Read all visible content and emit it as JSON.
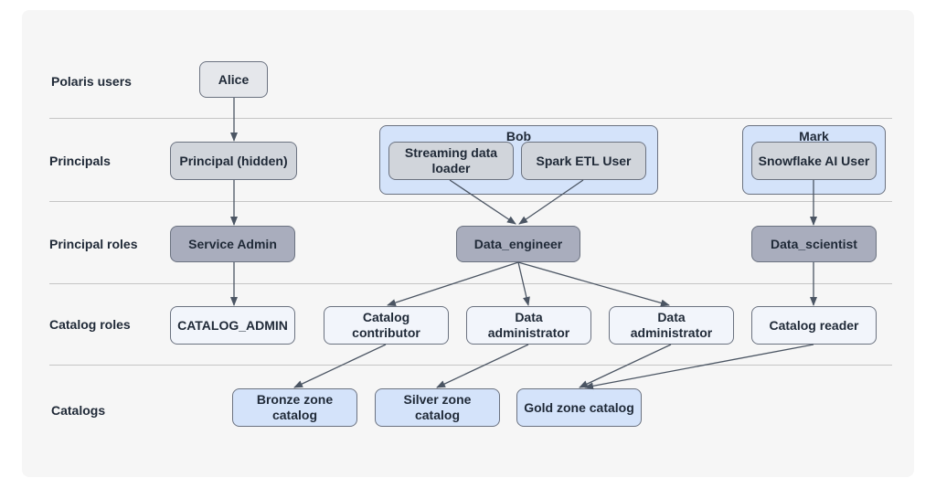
{
  "rows": {
    "users": "Polaris users",
    "principals": "Principals",
    "principal_roles": "Principal roles",
    "catalog_roles": "Catalog roles",
    "catalogs": "Catalogs"
  },
  "users": {
    "alice": "Alice"
  },
  "groups": {
    "bob": "Bob",
    "mark": "Mark"
  },
  "principals": {
    "hidden": "Principal (hidden)",
    "streaming": "Streaming data loader",
    "spark": "Spark ETL User",
    "snowflake": "Snowflake AI User"
  },
  "principal_roles": {
    "service_admin": "Service Admin",
    "data_engineer": "Data_engineer",
    "data_scientist": "Data_scientist"
  },
  "catalog_roles": {
    "catalog_admin": "CATALOG_ADMIN",
    "catalog_contributor": "Catalog contributor",
    "data_admin_1": "Data administrator",
    "data_admin_2": "Data administrator",
    "catalog_reader": "Catalog reader"
  },
  "catalogs": {
    "bronze": "Bronze zone catalog",
    "silver": "Silver zone catalog",
    "gold": "Gold zone catalog"
  },
  "colors": {
    "panel": "#f6f6f6",
    "user": "#e5e7eb",
    "principal": "#d1d5db",
    "principal_role": "#a9adbd",
    "catalog_role": "#f2f5fb",
    "catalog": "#d4e3fa",
    "edge": "#4b5563"
  }
}
